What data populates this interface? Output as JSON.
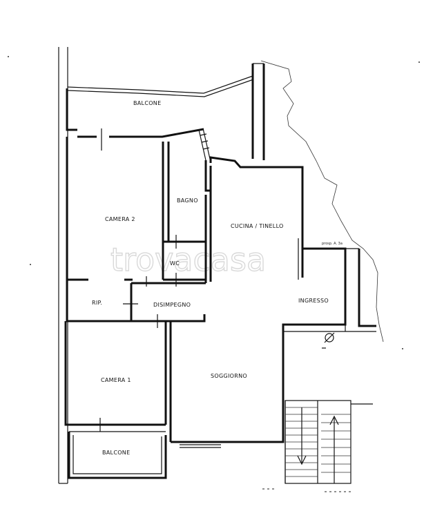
{
  "plan": {
    "watermark": "trovacasa",
    "north_note": "prosp. A. 3a",
    "rooms": {
      "balcony_top": "BALCONE",
      "bedroom_2": "CAMERA 2",
      "bathroom": "BAGNO",
      "wc": "WC",
      "kitchen": "CUCINA / TINELLO",
      "storage": "RIP.",
      "hallway": "DISIMPEGNO",
      "entrance": "INGRESSO",
      "bedroom_1": "CAMERA 1",
      "living_room": "SOGGIORNO",
      "balcony_bottom": "BALCONE"
    }
  }
}
